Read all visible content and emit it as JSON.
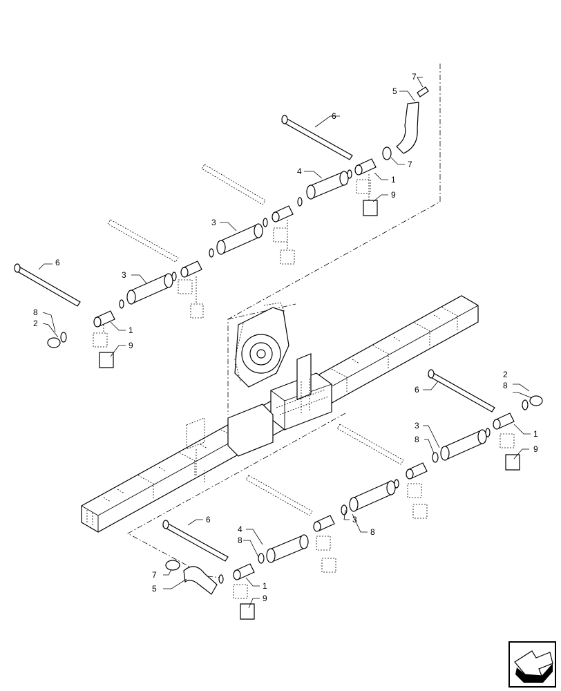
{
  "callouts": {
    "c1a": "1",
    "c1b": "1",
    "c1c": "1",
    "c1d": "1",
    "c2a": "2",
    "c2b": "2",
    "c3a": "3",
    "c3b": "3",
    "c3c": "3",
    "c3d": "3",
    "c4a": "4",
    "c4b": "4",
    "c5a": "5",
    "c5b": "5",
    "c6a": "6",
    "c6b": "6",
    "c6c": "6",
    "c6d": "6",
    "c7a": "7",
    "c7b": "7",
    "c7c": "7",
    "c8a": "8",
    "c8b": "8",
    "c8c": "8",
    "c8d": "8",
    "c8e": "8",
    "c9a": "9",
    "c9b": "9",
    "c9c": "9",
    "c9d": "9"
  },
  "icons": {
    "nav": "previous-page-arrow-icon"
  }
}
